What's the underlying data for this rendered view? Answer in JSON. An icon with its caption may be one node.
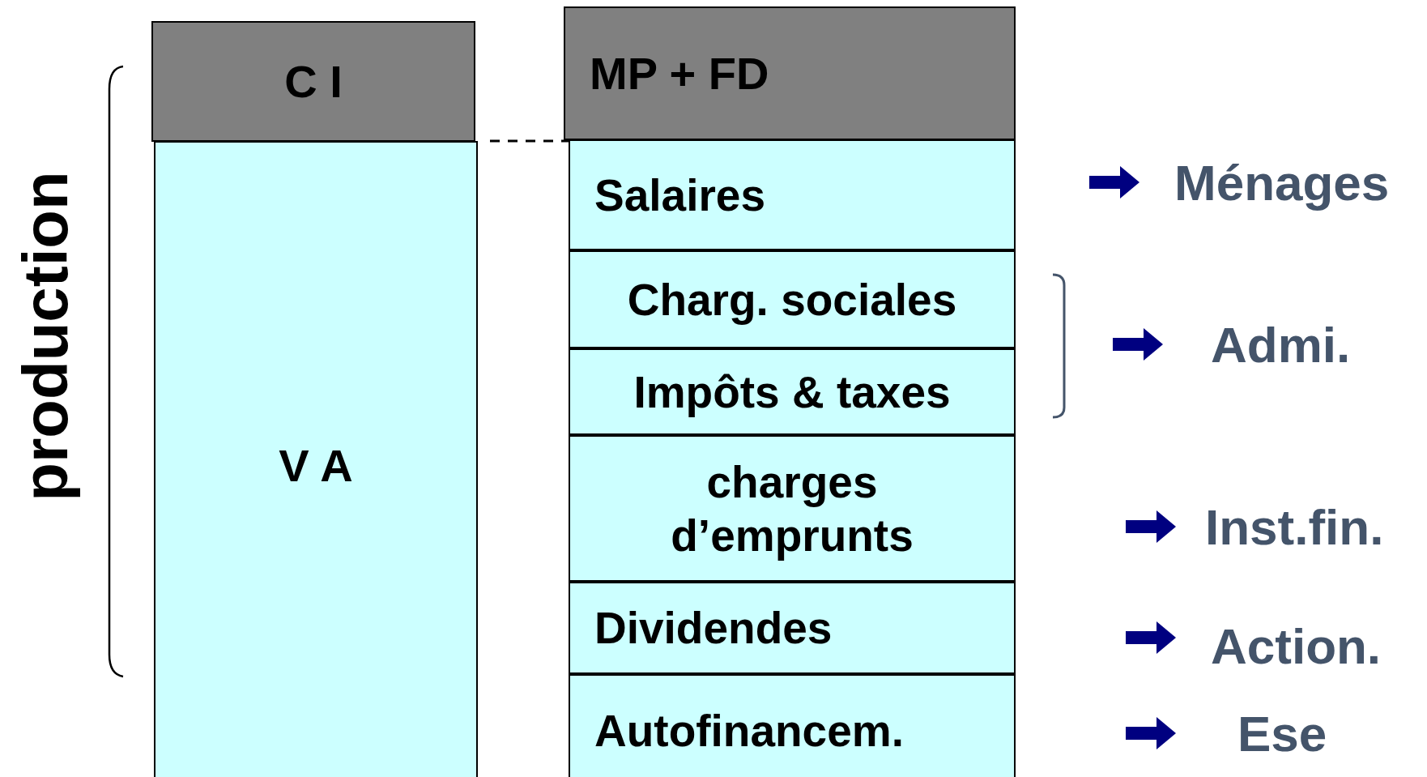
{
  "diagram": {
    "nodes": [
      {
        "text": [
          "C I"
        ]
      },
      {
        "text": [
          "V A"
        ]
      },
      {
        "text": [
          "MP + FD"
        ]
      },
      {
        "text": [
          "Salaires"
        ]
      },
      {
        "text": [
          "Charg. sociales"
        ]
      },
      {
        "text": [
          "Impôts & taxes"
        ]
      },
      {
        "text": [
          "charges d’emprunts"
        ]
      },
      {
        "text": [
          "Dividendes"
        ]
      },
      {
        "text": [
          "Autofinancem."
        ]
      },
      {
        "text": [
          "Ménages"
        ]
      },
      {
        "text": [
          "Admi."
        ]
      },
      {
        "text": [
          "Inst.fin."
        ]
      },
      {
        "text": [
          "Action."
        ]
      },
      {
        "text": [
          "Ese"
        ]
      }
    ],
    "edges": [
      {
        "from": 0,
        "to": 2,
        "arrow": "none",
        "style": "dashed",
        "color": "#000000"
      },
      {
        "from": null,
        "to": 9,
        "arrow": "to",
        "color": "#000080"
      },
      {
        "from": null,
        "to": 10,
        "arrow": "to",
        "color": "#000080"
      },
      {
        "from": null,
        "to": 11,
        "arrow": "to",
        "color": "#000080"
      },
      {
        "from": null,
        "to": 12,
        "arrow": "to",
        "color": "#000080"
      },
      {
        "from": null,
        "to": 13,
        "arrow": "to",
        "color": "#000080"
      }
    ],
    "labels": [
      "production"
    ]
  }
}
